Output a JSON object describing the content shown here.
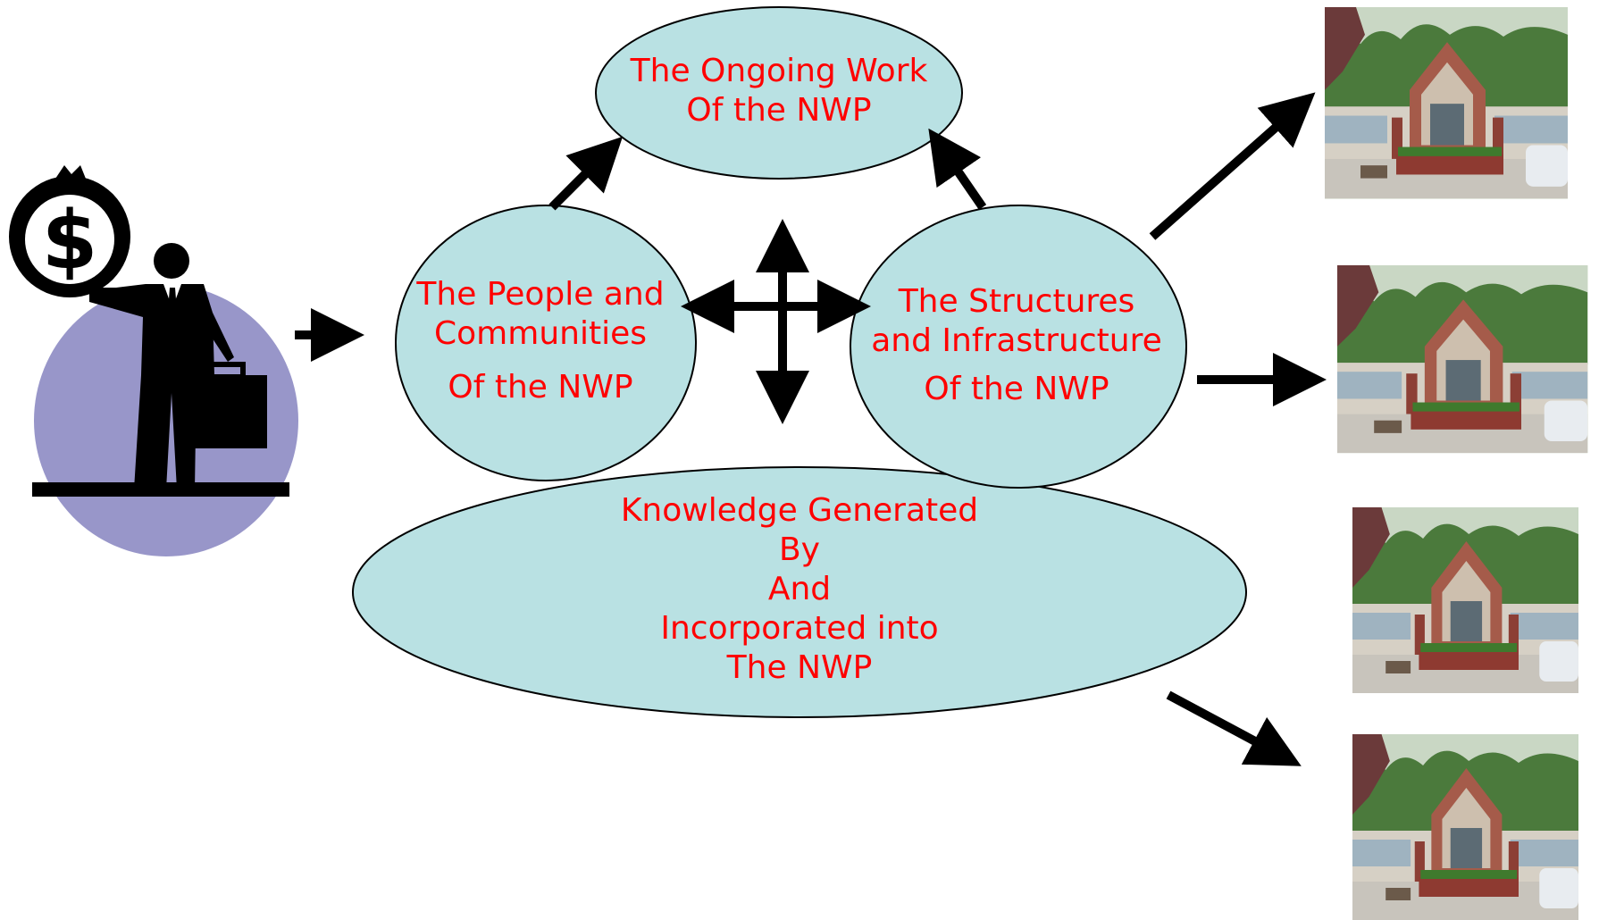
{
  "colors": {
    "ellipse_fill": "#b9e1e3",
    "ellipse_stroke": "#000000",
    "text": "#ff0000",
    "arrow": "#000000",
    "businessman_backdrop": "#9896c9"
  },
  "nodes": {
    "ongoing_work": {
      "line1": "The Ongoing Work",
      "line2": "Of the NWP"
    },
    "people": {
      "line1": "The People and",
      "line2": "Communities",
      "line3": "Of the NWP"
    },
    "structures": {
      "line1": "The Structures",
      "line2": "and Infrastructure",
      "line3": "Of the NWP"
    },
    "knowledge": {
      "line1": "Knowledge Generated",
      "line2": "By",
      "line3": "And",
      "line4": "Incorporated into",
      "line5": "The NWP"
    }
  },
  "icons": {
    "funder": "businessman-with-money-bag-icon",
    "money": "dollar-sign",
    "school": "school-building-photo"
  }
}
